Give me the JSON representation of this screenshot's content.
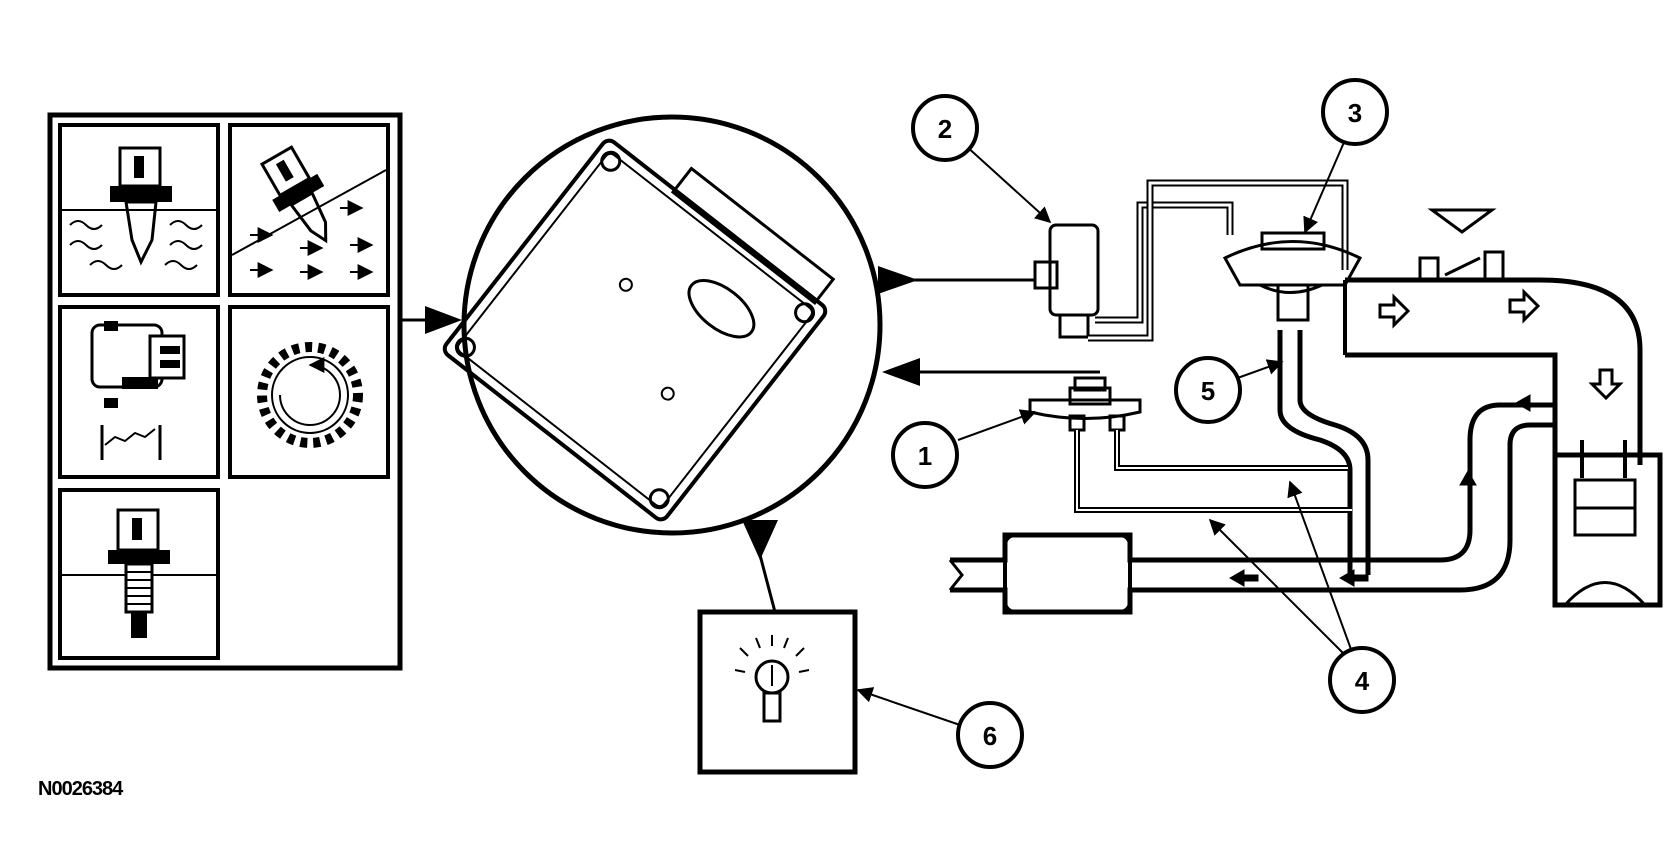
{
  "figure": {
    "id": "N0026384"
  },
  "callouts": [
    {
      "label": "1"
    },
    {
      "label": "2"
    },
    {
      "label": "3"
    },
    {
      "label": "4"
    },
    {
      "label": "5"
    },
    {
      "label": "6"
    }
  ],
  "icons": [
    "engine-coolant-temperature-sensor-icon",
    "intake-air-temperature-sensor-icon",
    "throttle-position-sensor-icon",
    "crankshaft-position-sensor-ring-icon",
    "pressure-sensor-icon",
    "powertrain-control-module-icon",
    "malfunction-indicator-lamp-icon"
  ],
  "colors": {
    "ink": "#000000",
    "paper": "#ffffff"
  }
}
